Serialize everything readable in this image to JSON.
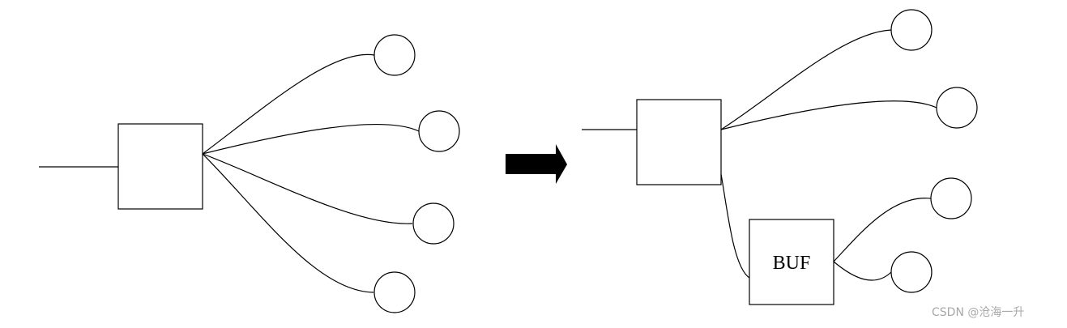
{
  "diagram": {
    "before": {
      "driver_box": {
        "label": ""
      },
      "sinks": 4
    },
    "arrow": {
      "direction": "right"
    },
    "after": {
      "driver_box": {
        "label": ""
      },
      "buffer_box": {
        "label": "BUF"
      },
      "sinks_from_driver": 2,
      "sinks_from_buffer": 2
    }
  },
  "watermark": {
    "text": "CSDN @沧海一升"
  },
  "colors": {
    "stroke": "#000000",
    "background": "#ffffff",
    "watermark": "#a8a8a8"
  }
}
